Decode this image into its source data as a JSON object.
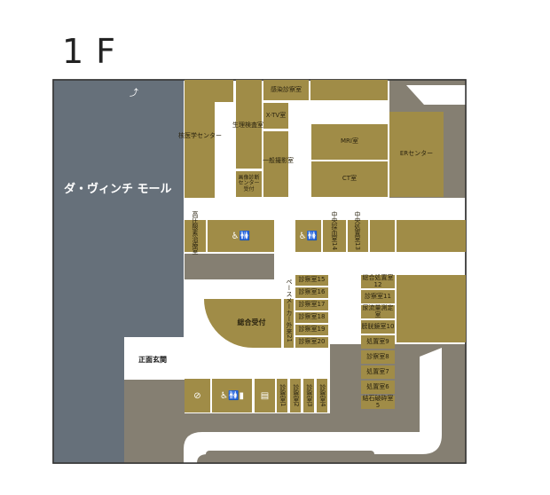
{
  "floor": "1F",
  "colors": {
    "room": "#a08c47",
    "service": "#857f72",
    "mall": "#66707a",
    "corridor": "#ffffff"
  },
  "mall_label": "ダ・ヴィンチ モール",
  "entrance_label": "正面玄関",
  "rooms": {
    "nuclear": "核医学センター",
    "physio": "生理検査室",
    "infection": "感染診察室",
    "xtv": "X-TV室",
    "general_xray": "一般撮影室",
    "imaging_reception": "画像診断センター受付",
    "mri": "MRI室",
    "ct": "CT室",
    "er": "ERセンター",
    "hyperbaric": "高圧酸素治療室",
    "blood": "中央採血室14",
    "treatment13": "中央処置室13",
    "exam15": "診察室15",
    "exam16": "診察室16",
    "exam17": "診察室17",
    "exam18": "診察室18",
    "exam19": "診察室19",
    "exam20": "診察室20",
    "pacemaker": "ペースメーカー外来21",
    "reception": "総合受付",
    "treatment12": "総合処置室12",
    "exam11": "診察室11",
    "uroflow": "尿流量測定室",
    "cysto10": "膀胱鏡室10",
    "treatment9": "処置室9",
    "exam8": "診察室8",
    "treatment7": "処置室7",
    "treatment6": "処置室6",
    "lithotripsy5": "結石破砕室5",
    "exam1": "診察室1",
    "exam2": "診察室2",
    "exam3": "診察室3",
    "exam4": "診察室4"
  },
  "icons": [
    "escalator-icon",
    "restroom-icon",
    "elevator-icon",
    "no-smoking-icon",
    "atm-icon",
    "vending-icon"
  ]
}
